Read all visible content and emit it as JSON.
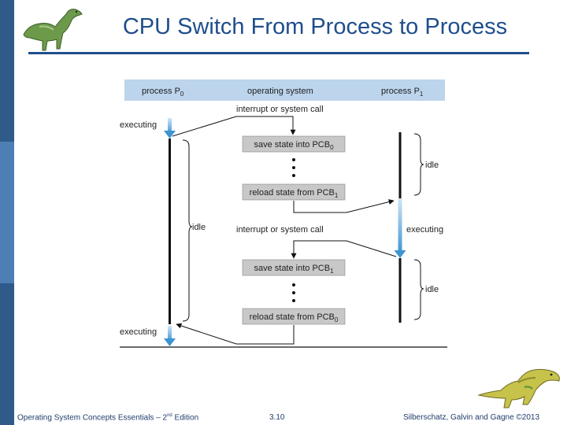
{
  "slide": {
    "title": "CPU Switch From Process to Process"
  },
  "diagram": {
    "header": {
      "process0": "process P",
      "process0_sub": "0",
      "os": "operating system",
      "process1": "process P",
      "process1_sub": "1"
    },
    "events": {
      "interrupt_top": "interrupt or system call",
      "interrupt_mid": "interrupt or system call"
    },
    "boxes": {
      "save0": "save state into PCB",
      "save0_sub": "0",
      "reload1": "reload state from PCB",
      "reload1_sub": "1",
      "save1": "save state into PCB",
      "save1_sub": "1",
      "reload0": "reload state from PCB",
      "reload0_sub": "0"
    },
    "states": {
      "p0_exec_top": "executing",
      "p0_idle": "idle",
      "p0_exec_bottom": "executing",
      "p1_idle_top": "idle",
      "p1_exec": "executing",
      "p1_idle_bottom": "idle"
    },
    "colors": {
      "header_band": "#bcd4ec",
      "box_fill": "#c8c8c8",
      "arrow_blue": "#4a9fd8"
    }
  },
  "footer": {
    "left_prefix": "Operating System Concepts Essentials – 2",
    "left_sup": "nd",
    "left_suffix": " Edition",
    "center": "3.10",
    "right": "Silberschatz, Galvin and Gagne ©2013"
  },
  "icons": [
    "dinosaur-logo-icon",
    "dinosaur-corner-icon"
  ],
  "theme": {
    "title_color": "#1f4e8c",
    "sidebar_colors": [
      "#2f5a8a",
      "#4d7fb5",
      "#2f5a8a"
    ]
  }
}
